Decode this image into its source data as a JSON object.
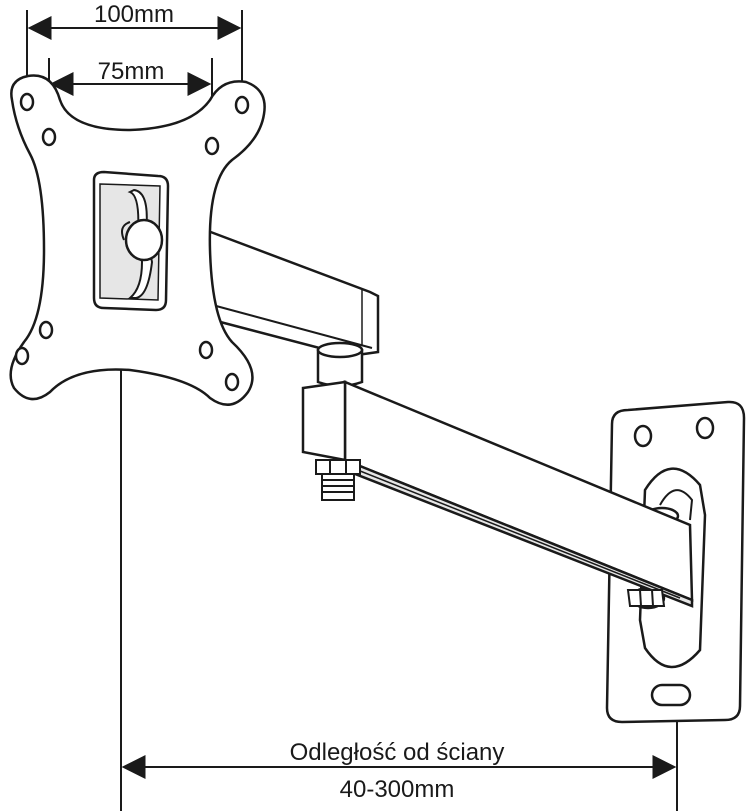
{
  "labels": {
    "width_outer": "100mm",
    "width_inner": "75mm",
    "distance_label": "Odległość od ściany",
    "distance_range": "40-300mm"
  },
  "colors": {
    "line": "#1a1a1a",
    "fill": "#ffffff",
    "shade": "#e6e6e6"
  }
}
